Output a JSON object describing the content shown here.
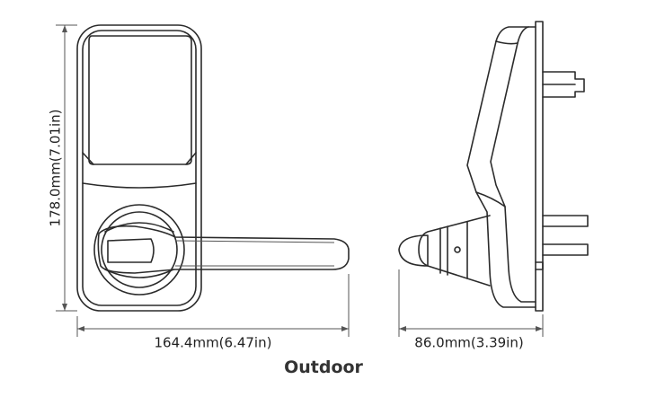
{
  "dimensions": {
    "height_label": "178.0mm(7.01in)",
    "width_label": "164.4mm(6.47in)",
    "depth_label": "86.0mm(3.39in)"
  },
  "caption": "Outdoor"
}
